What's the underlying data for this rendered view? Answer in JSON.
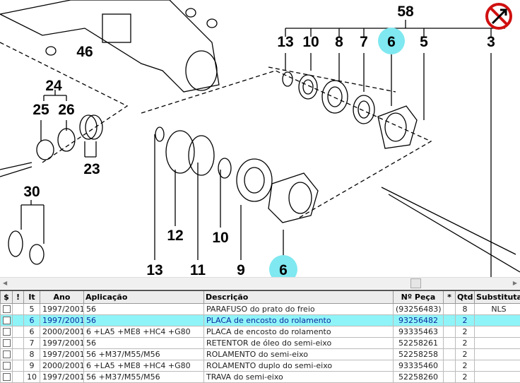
{
  "diagram": {
    "callouts": [
      "58",
      "13",
      "10",
      "8",
      "7",
      "6",
      "5",
      "3",
      "46",
      "24",
      "25",
      "26",
      "23",
      "30",
      "12",
      "10",
      "13",
      "11",
      "9",
      "6"
    ],
    "highlight_color": "#7fe8f0",
    "no_entry_icon": "prohibited-arrow-icon"
  },
  "table": {
    "headers": [
      "$",
      "!",
      "It",
      "Ano",
      "Aplicação",
      "Descrição",
      "Nº Peça",
      "*",
      "Qtd",
      "Substituta"
    ],
    "selected_row_color": "#8ff4f8",
    "rows": [
      {
        "it": "5",
        "ano": "1997/2001",
        "aplicacao": "56",
        "descricao": "PARAFUSO do prato do freio",
        "peca": "(93256483)",
        "star": "",
        "qtd": "8",
        "subst": "NLS"
      },
      {
        "it": "6",
        "ano": "1997/2001",
        "aplicacao": "56",
        "descricao": "PLACA de encosto do rolamento",
        "peca": "93256482",
        "star": "",
        "qtd": "2",
        "subst": ""
      },
      {
        "it": "6",
        "ano": "2000/2001",
        "aplicacao": "6 +LA5 +ME8 +HC4 +G80",
        "descricao": "PLACA de encosto do rolamento",
        "peca": "93335463",
        "star": "",
        "qtd": "2",
        "subst": ""
      },
      {
        "it": "7",
        "ano": "1997/2001",
        "aplicacao": "56",
        "descricao": "RETENTOR de óleo do semi-eixo",
        "peca": "52258261",
        "star": "",
        "qtd": "2",
        "subst": ""
      },
      {
        "it": "8",
        "ano": "1997/2001",
        "aplicacao": "56 +M37/M55/M56",
        "descricao": "ROLAMENTO do semi-eixo",
        "peca": "52258258",
        "star": "",
        "qtd": "2",
        "subst": ""
      },
      {
        "it": "9",
        "ano": "2000/2001",
        "aplicacao": "6 +LA5 +ME8 +HC4 +G80",
        "descricao": "ROLAMENTO duplo do semi-eixo",
        "peca": "93335460",
        "star": "",
        "qtd": "2",
        "subst": ""
      },
      {
        "it": "10",
        "ano": "1997/2001",
        "aplicacao": "56 +M37/M55/M56",
        "descricao": "TRAVA do semi-eixo",
        "peca": "52258260",
        "star": "",
        "qtd": "2",
        "subst": ""
      }
    ]
  }
}
